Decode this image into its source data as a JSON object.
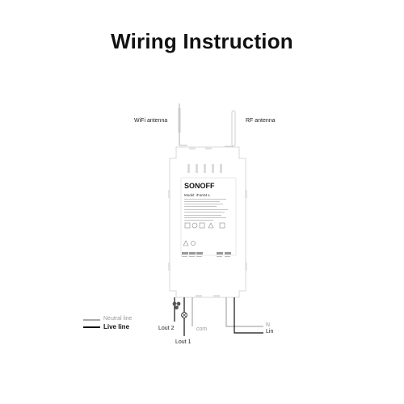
{
  "title": "Wiring Instruction",
  "antennas": {
    "wifi": "WiFi antenna",
    "rf": "RF antenna"
  },
  "device": {
    "brand": "SONOFF",
    "model": "Model: iFan04-L"
  },
  "legend": {
    "neutral": "Neutral line",
    "live": "Live line"
  },
  "terminals": {
    "lout2": "Lout 2",
    "lout1": "Lout 1",
    "com": "com",
    "n": "N",
    "lin": "Lin"
  },
  "colors": {
    "neutral_line": "#aaaaaa",
    "live_line": "#111111",
    "device_outline": "#d8d8d8"
  }
}
